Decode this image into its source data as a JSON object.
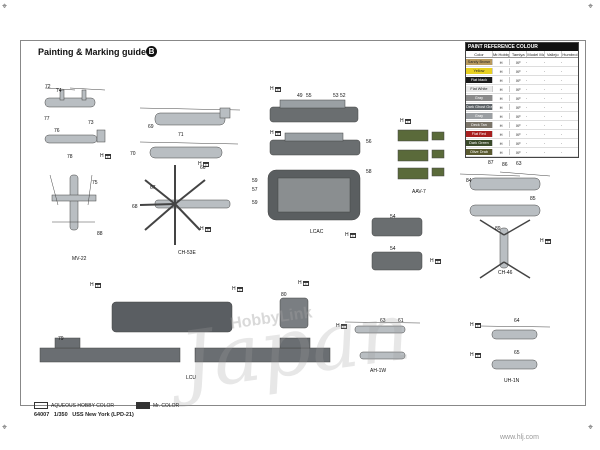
{
  "guide": {
    "title": "Painting & Marking guide",
    "badge": "B"
  },
  "paint_table": {
    "heading": "PAINT REFERENCE COLOUR",
    "columns": [
      "Color",
      "Mr.Hobby",
      "Tamiya",
      "Model Master",
      "Vallejo",
      "Humbrol"
    ],
    "rows": [
      {
        "name": "Sandy Brown",
        "color": "#b89a5e",
        "values": [
          "H",
          "XF",
          "",
          "",
          ""
        ]
      },
      {
        "name": "Yellow",
        "color": "#e8d020",
        "values": [
          "H",
          "XF",
          "",
          "",
          ""
        ]
      },
      {
        "name": "Flat black",
        "color": "#1a1a1a",
        "values": [
          "H",
          "XF",
          "",
          "",
          ""
        ]
      },
      {
        "name": "Flat White",
        "color": "#e8e8e8",
        "values": [
          "H",
          "XF",
          "",
          "",
          ""
        ]
      },
      {
        "name": "Gray",
        "color": "#8a8a8a",
        "values": [
          "H",
          "XF",
          "",
          "",
          ""
        ]
      },
      {
        "name": "Dark Ghost Gray",
        "color": "#5e6468",
        "values": [
          "H",
          "XF",
          "",
          "",
          ""
        ]
      },
      {
        "name": "Gray",
        "color": "#9a9ea2",
        "values": [
          "H",
          "XF",
          "",
          "",
          ""
        ]
      },
      {
        "name": "Deck Tan",
        "color": "#7a7468",
        "values": [
          "H",
          "XF",
          "",
          "",
          ""
        ]
      },
      {
        "name": "Flat Red",
        "color": "#a82020",
        "values": [
          "H",
          "XF",
          "",
          "",
          ""
        ]
      },
      {
        "name": "Dark Green",
        "color": "#3a4a2a",
        "values": [
          "H",
          "XF",
          "",
          "",
          ""
        ]
      },
      {
        "name": "Olive Drab",
        "color": "#5a5a30",
        "values": [
          "H",
          "XF",
          "",
          "",
          ""
        ]
      }
    ]
  },
  "labels": {
    "mv22": "MV-22",
    "ch53e": "CH-53E",
    "lcac": "LCAC",
    "aav7": "AAV-7",
    "ch46": "CH-46",
    "lcu": "LCU",
    "ah1w": "AH-1W",
    "uh1n": "UH-1N"
  },
  "numbers": [
    "72",
    "74",
    "77",
    "76",
    "73",
    "78",
    "75",
    "88",
    "69",
    "71",
    "70",
    "67",
    "68",
    "66",
    "49",
    "55",
    "53",
    "52",
    "56",
    "59",
    "57",
    "59",
    "58",
    "54",
    "54",
    "87",
    "86",
    "63",
    "84",
    "85",
    "89",
    "79",
    "80",
    "61",
    "63",
    "64",
    "65"
  ],
  "h_codes": [
    "H",
    "H",
    "H",
    "H",
    "H",
    "H",
    "H",
    "H",
    "H",
    "H",
    "H",
    "H",
    "H",
    "H",
    "H"
  ],
  "legend": {
    "aqueous": "AQUEOUS HOBBY COLOR",
    "mr": "Mr. COLOR"
  },
  "footer": {
    "code": "64007",
    "scale": "1/350",
    "ship": "USS New York (LPD-21)"
  },
  "watermark": {
    "brand": "HobbyLink",
    "japan": "Japan",
    "url": "www.hlj.com"
  }
}
